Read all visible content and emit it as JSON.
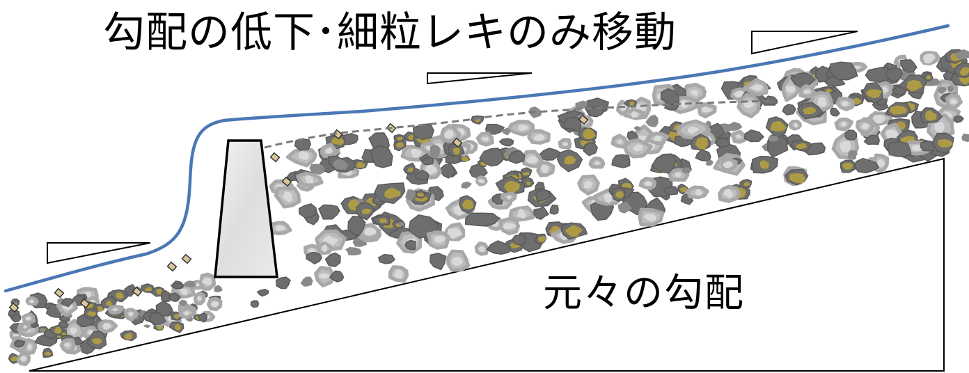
{
  "title": "勾配の低下･細粒レキのみ移動",
  "original_gradient_label": "元々の勾配",
  "icons": {
    "water_surface": "water-surface-line",
    "dam": "check-dam",
    "gradient_wedges": "gradient-wedge-icon",
    "deposit": "gravel-deposit",
    "bed": "original-bed-slope"
  },
  "colors": {
    "water": "#4a78b5",
    "boulder": "#6e6e6e",
    "light_stone": "#bdbdbd",
    "stone_core": "#d9d9d9",
    "sand": "#ad9a45",
    "fine_gravel": "#d9c59a",
    "dashed_line": "#7a7a7a",
    "dam_fill": "#e3e3e3"
  }
}
